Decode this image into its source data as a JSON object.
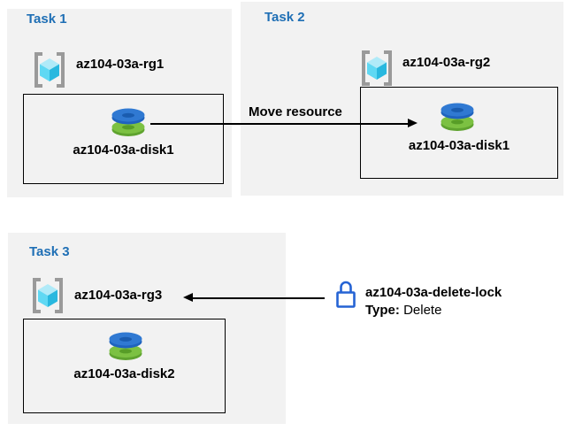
{
  "diagram": {
    "tasks": [
      {
        "title": "Task 1",
        "rg_label": "az104-03a-rg1",
        "disk_label": "az104-03a-disk1"
      },
      {
        "title": "Task 2",
        "rg_label": "az104-03a-rg2",
        "disk_label": "az104-03a-disk1"
      },
      {
        "title": "Task 3",
        "rg_label": "az104-03a-rg3",
        "disk_label": "az104-03a-disk2"
      }
    ],
    "move_arrow_label": "Move resource",
    "lock": {
      "name": "az104-03a-delete-lock",
      "type_label": "Type:",
      "type_value": "Delete"
    }
  },
  "icons": {
    "resource_group": "azure-resource-group-icon",
    "disk": "azure-disk-icon",
    "lock": "delete-lock-icon",
    "move_arrow": "right-arrow",
    "lock_arrow": "left-arrow"
  },
  "colors": {
    "panel_bg": "#f2f2f2",
    "title_blue": "#1f6fb5",
    "text": "#000000",
    "box_border": "#000000",
    "lock_blue": "#2563d4",
    "bracket_gray": "#9a9a9a",
    "cube_top": "#b0eaf8",
    "cube_left": "#5fd8f3",
    "cube_right": "#28b8df",
    "disk_blue": "#3079d2",
    "disk_blue_dark": "#1a5caf",
    "disk_green": "#7cc142",
    "disk_green_dark": "#579d27"
  }
}
